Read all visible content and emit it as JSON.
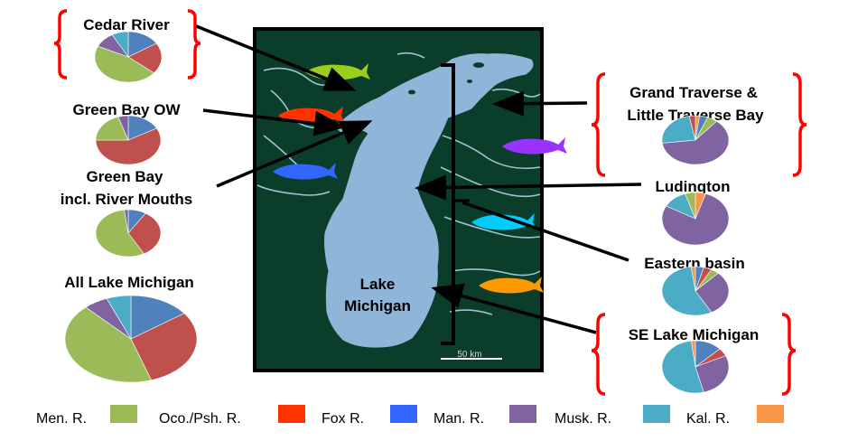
{
  "map": {
    "lake_label_line1": "Lake",
    "lake_label_line2": "Michigan",
    "scale_label": "50 km",
    "map_background": "#0a3d2a",
    "lake_color": "#8fb6d9"
  },
  "sites": {
    "cedar_river": "Cedar River",
    "green_bay_ow": "Green Bay OW",
    "green_bay_rm_line1": "Green Bay",
    "green_bay_rm_line2": "incl. River Mouths",
    "all_lake_michigan": "All Lake Michigan",
    "grand_traverse_line1": "Grand Traverse &",
    "grand_traverse_line2": "Little Traverse Bay",
    "ludington": "Ludington",
    "eastern_basin": "Eastern basin",
    "se_lake_michigan": "SE Lake Michigan"
  },
  "legend": [
    {
      "label": "Men. R.",
      "color": "#9bbb59"
    },
    {
      "label": "Oco./Psh. R.",
      "color": "#ff3300"
    },
    {
      "label": "Fox R.",
      "color": "#3366ff"
    },
    {
      "label": "Man. R.",
      "color": "#8064a2"
    },
    {
      "label": "Musk. R.",
      "color": "#4bacc6"
    },
    {
      "label": "Kal. R.",
      "color": "#f79646"
    }
  ],
  "pie_colors": {
    "men": "#9bbb59",
    "oco": "#c0504d",
    "fox": "#4f81bd",
    "man": "#8064a2",
    "musk": "#4bacc6",
    "kal": "#f79646"
  },
  "chart_data": [
    {
      "type": "pie",
      "site": "Cedar River",
      "slices": [
        {
          "group": "Fox R.",
          "value": 0.16
        },
        {
          "group": "Oco./Psh. R.",
          "value": 0.2
        },
        {
          "group": "Men. R.",
          "value": 0.46
        },
        {
          "group": "Man. R.",
          "value": 0.1
        },
        {
          "group": "Musk. R.",
          "value": 0.08
        }
      ]
    },
    {
      "type": "pie",
      "site": "Green Bay OW",
      "slices": [
        {
          "group": "Fox R.",
          "value": 0.17
        },
        {
          "group": "Oco./Psh. R.",
          "value": 0.58
        },
        {
          "group": "Men. R.",
          "value": 0.2
        },
        {
          "group": "Man. R.",
          "value": 0.05
        }
      ]
    },
    {
      "type": "pie",
      "site": "Green Bay incl. River Mouths",
      "slices": [
        {
          "group": "Fox R.",
          "value": 0.09
        },
        {
          "group": "Oco./Psh. R.",
          "value": 0.33
        },
        {
          "group": "Men. R.",
          "value": 0.56
        },
        {
          "group": "Man. R.",
          "value": 0.02
        }
      ]
    },
    {
      "type": "pie",
      "site": "All Lake Michigan",
      "slices": [
        {
          "group": "Fox R.",
          "value": 0.15
        },
        {
          "group": "Oco./Psh. R.",
          "value": 0.3
        },
        {
          "group": "Men. R.",
          "value": 0.43
        },
        {
          "group": "Man. R.",
          "value": 0.06
        },
        {
          "group": "Musk. R.",
          "value": 0.06
        }
      ]
    },
    {
      "type": "pie",
      "site": "Grand Traverse & Little Traverse Bay",
      "slices": [
        {
          "group": "Kal. R.",
          "value": 0.02
        },
        {
          "group": "Fox R.",
          "value": 0.04
        },
        {
          "group": "Men. R.",
          "value": 0.05
        },
        {
          "group": "Man. R.",
          "value": 0.62
        },
        {
          "group": "Musk. R.",
          "value": 0.24
        },
        {
          "group": "Oco./Psh. R.",
          "value": 0.03
        }
      ]
    },
    {
      "type": "pie",
      "site": "Ludington",
      "slices": [
        {
          "group": "Kal. R.",
          "value": 0.05
        },
        {
          "group": "Man. R.",
          "value": 0.78
        },
        {
          "group": "Musk. R.",
          "value": 0.12
        },
        {
          "group": "Men. R.",
          "value": 0.05
        }
      ]
    },
    {
      "type": "pie",
      "site": "Eastern basin",
      "slices": [
        {
          "group": "Fox R.",
          "value": 0.04
        },
        {
          "group": "Oco./Psh. R.",
          "value": 0.04
        },
        {
          "group": "Men. R.",
          "value": 0.04
        },
        {
          "group": "Man. R.",
          "value": 0.3
        },
        {
          "group": "Musk. R.",
          "value": 0.56
        },
        {
          "group": "Kal. R.",
          "value": 0.02
        }
      ]
    },
    {
      "type": "pie",
      "site": "SE Lake Michigan",
      "slices": [
        {
          "group": "Fox R.",
          "value": 0.13
        },
        {
          "group": "Oco./Psh. R.",
          "value": 0.05
        },
        {
          "group": "Man. R.",
          "value": 0.28
        },
        {
          "group": "Musk. R.",
          "value": 0.52
        },
        {
          "group": "Kal. R.",
          "value": 0.02
        }
      ]
    }
  ]
}
